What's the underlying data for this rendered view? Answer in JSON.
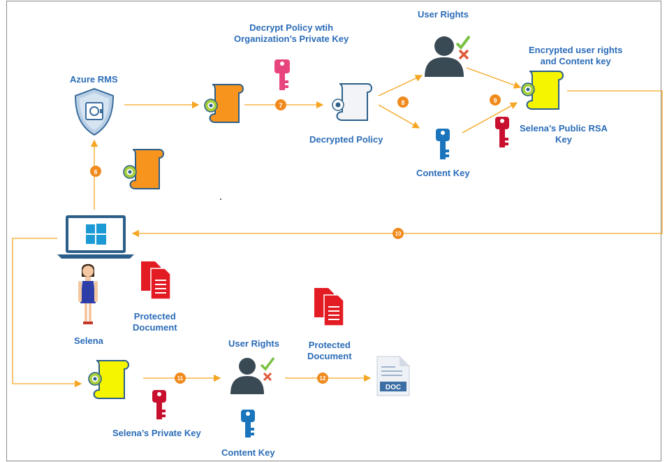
{
  "labels": {
    "azure_rms": "Azure RMS",
    "decrypt_policy_line1": "Decrypt Policy wtih",
    "decrypt_policy_line2": "Organization’s Private Key",
    "user_rights_top": "User Rights",
    "encrypted_rights_line1": "Encrypted user rights",
    "encrypted_rights_line2": "and Content key",
    "decrypted_policy": "Decrypted Policy",
    "content_key_top": "Content Key",
    "selena_public_key_line1": "Selena’s Public RSA",
    "selena_public_key_line2": "Key",
    "selena": "Selena",
    "protected_doc_left_line1": "Protected",
    "protected_doc_left_line2": "Document",
    "user_rights_bottom": "User Rights",
    "protected_doc_right_line1": "Protected",
    "protected_doc_right_line2": "Document",
    "selena_private_key": "Selena’s Private Key",
    "content_key_bottom": "Content Key",
    "doc_badge": "DOC"
  },
  "steps": [
    "6",
    "7",
    "8",
    "9",
    "10",
    "11",
    "12"
  ],
  "colors": {
    "arrow": "#f5a623",
    "step_badge": "#f08a1c",
    "label": "#2b6cb8",
    "scroll_orange": "#f7941d",
    "scroll_yellow": "#f5f500",
    "scroll_white": "#f2f4f8",
    "key_pink": "#e8457f",
    "key_red": "#c8102e",
    "key_blue": "#1b75bc",
    "user_dark": "#3a4a55",
    "check_green": "#7ac143",
    "cross_red": "#e05a3a",
    "doc_red": "#e31b23"
  }
}
